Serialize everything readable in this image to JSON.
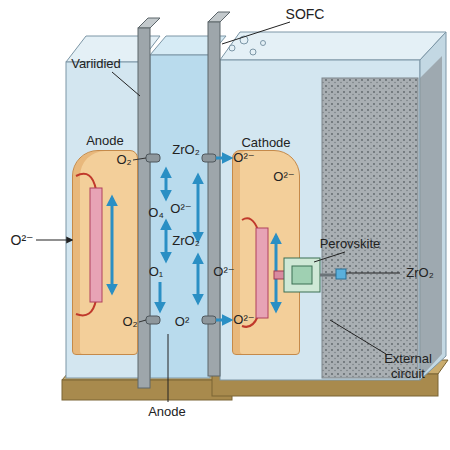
{
  "diagram": {
    "nodes": [
      {
        "text": [
          "Anode"
        ]
      },
      {
        "text": [
          "Cathode"
        ]
      }
    ],
    "labels": [
      "SOFC",
      "Variidied",
      "ZrO₂",
      "O₂",
      "O²⁻",
      "O²⁻",
      "O²⁻",
      "O₄",
      "O²⁻",
      "ZrO₂",
      "O²⁻",
      "O₁",
      "O₂",
      "O²",
      "O²⁻",
      "Perovskite",
      "ZrO₂",
      "External circuit",
      "Anode"
    ]
  }
}
